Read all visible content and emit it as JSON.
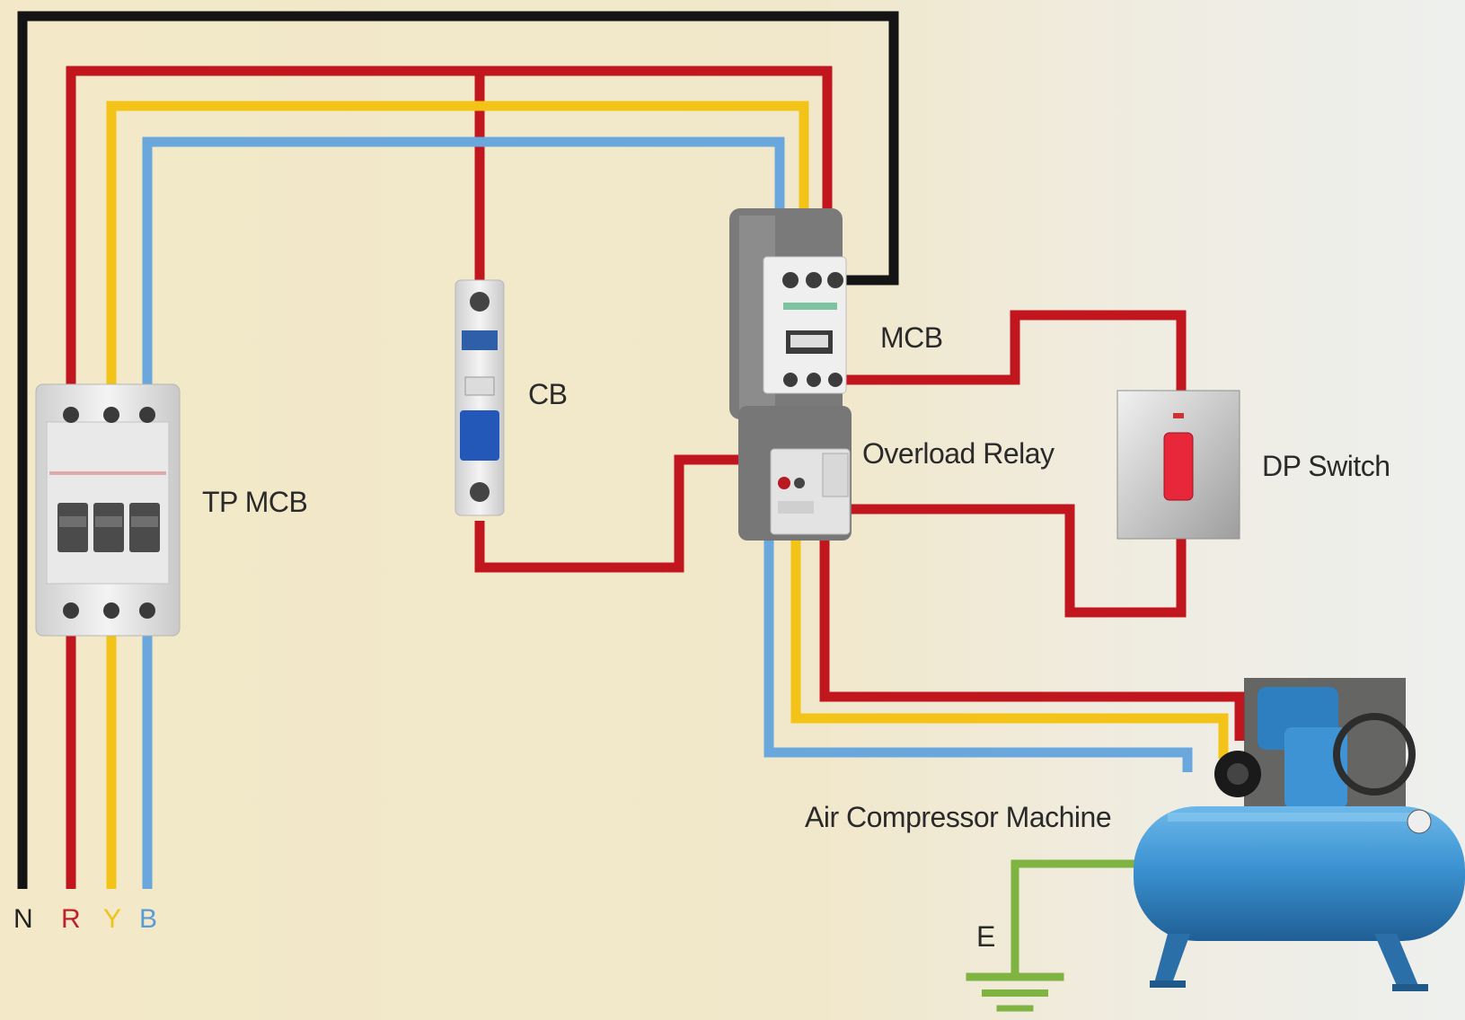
{
  "labels": {
    "tp_mcb": "TP MCB",
    "cb": "CB",
    "mcb": "MCB",
    "overload_relay": "Overload Relay",
    "dp_switch": "DP Switch",
    "air_compressor": "Air Compressor Machine",
    "earth": "E"
  },
  "terminals": [
    {
      "label": "N",
      "color": "#222222"
    },
    {
      "label": "R",
      "color": "#c0202a"
    },
    {
      "label": "Y",
      "color": "#f2c21b"
    },
    {
      "label": "B",
      "color": "#5a9ad6"
    }
  ],
  "colors": {
    "neutral": "#141414",
    "red_phase": "#c1161e",
    "yellow_phase": "#f4c318",
    "blue_phase": "#6aa7dd",
    "earth": "#7fb443",
    "compressor": "#3b93d1",
    "dp_indicator": "#e8283a"
  }
}
